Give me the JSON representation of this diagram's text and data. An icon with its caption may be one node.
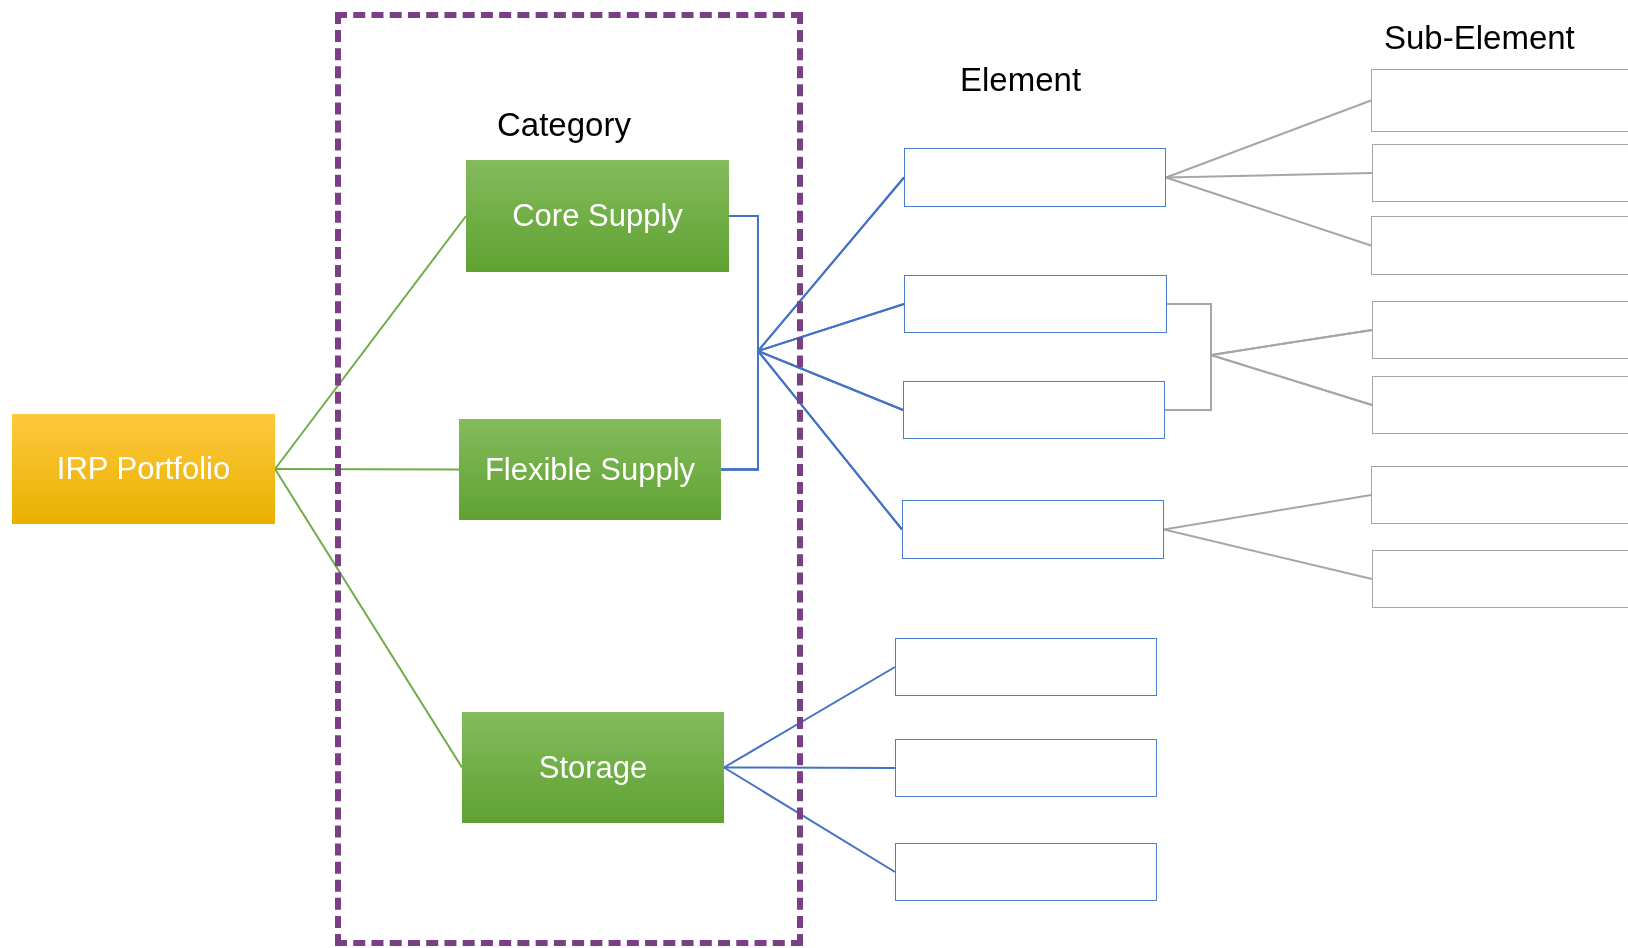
{
  "diagram": {
    "nodes": [
      {
        "text": [
          "IRP Portfolio"
        ]
      },
      {
        "text": [
          "Category"
        ]
      },
      {
        "text": [
          "Core Supply"
        ],
        "in": 1
      },
      {
        "text": [
          "Flexible Supply"
        ],
        "in": 1
      },
      {
        "text": [
          "Storage"
        ],
        "in": 1
      },
      {
        "text": [],
        "shape": "box"
      },
      {
        "text": [],
        "shape": "box"
      },
      {
        "text": [],
        "shape": "box"
      },
      {
        "text": [],
        "shape": "box"
      },
      {
        "text": [],
        "shape": "box"
      },
      {
        "text": [],
        "shape": "box"
      },
      {
        "text": [],
        "shape": "box"
      },
      {
        "text": [],
        "shape": "box"
      },
      {
        "text": [],
        "shape": "box"
      },
      {
        "text": [],
        "shape": "box"
      },
      {
        "text": [],
        "shape": "box"
      },
      {
        "text": [],
        "shape": "box"
      },
      {
        "text": [],
        "shape": "box"
      },
      {
        "text": [],
        "shape": "box"
      }
    ],
    "edges": [
      {
        "from": 0,
        "to": 2,
        "arrow": "none",
        "color": "#70ad47"
      },
      {
        "from": 0,
        "to": 3,
        "arrow": "none",
        "color": "#70ad47"
      },
      {
        "from": 0,
        "to": 4,
        "arrow": "none",
        "color": "#70ad47"
      },
      {
        "from": 2,
        "to": 5,
        "arrow": "none"
      },
      {
        "from": 2,
        "to": 6,
        "arrow": "none"
      },
      {
        "from": 2,
        "to": 7,
        "arrow": "none"
      },
      {
        "from": 2,
        "to": 8,
        "arrow": "none"
      },
      {
        "from": 3,
        "to": 5,
        "arrow": "none"
      },
      {
        "from": 3,
        "to": 6,
        "arrow": "none"
      },
      {
        "from": 3,
        "to": 7,
        "arrow": "none"
      },
      {
        "from": 3,
        "to": 8,
        "arrow": "none"
      },
      {
        "from": 4,
        "to": 9,
        "arrow": "none"
      },
      {
        "from": 4,
        "to": 10,
        "arrow": "none"
      },
      {
        "from": 4,
        "to": 11,
        "arrow": "none"
      },
      {
        "from": 5,
        "to": 12,
        "arrow": "none",
        "color": "#a6a6a6"
      },
      {
        "from": 5,
        "to": 13,
        "arrow": "none",
        "color": "#a6a6a6"
      },
      {
        "from": 5,
        "to": 14,
        "arrow": "none",
        "color": "#a6a6a6"
      },
      {
        "from": 6,
        "to": 15,
        "arrow": "none",
        "color": "#a6a6a6"
      },
      {
        "from": 6,
        "to": 16,
        "arrow": "none",
        "color": "#a6a6a6"
      },
      {
        "from": 7,
        "to": 15,
        "arrow": "none",
        "color": "#a6a6a6"
      },
      {
        "from": 7,
        "to": 16,
        "arrow": "none",
        "color": "#a6a6a6"
      },
      {
        "from": 8,
        "to": 17,
        "arrow": "none",
        "color": "#a6a6a6"
      },
      {
        "from": 8,
        "to": 18,
        "arrow": "none",
        "color": "#a6a6a6"
      }
    ],
    "labels": [
      "Sub-Element",
      "Element"
    ]
  }
}
